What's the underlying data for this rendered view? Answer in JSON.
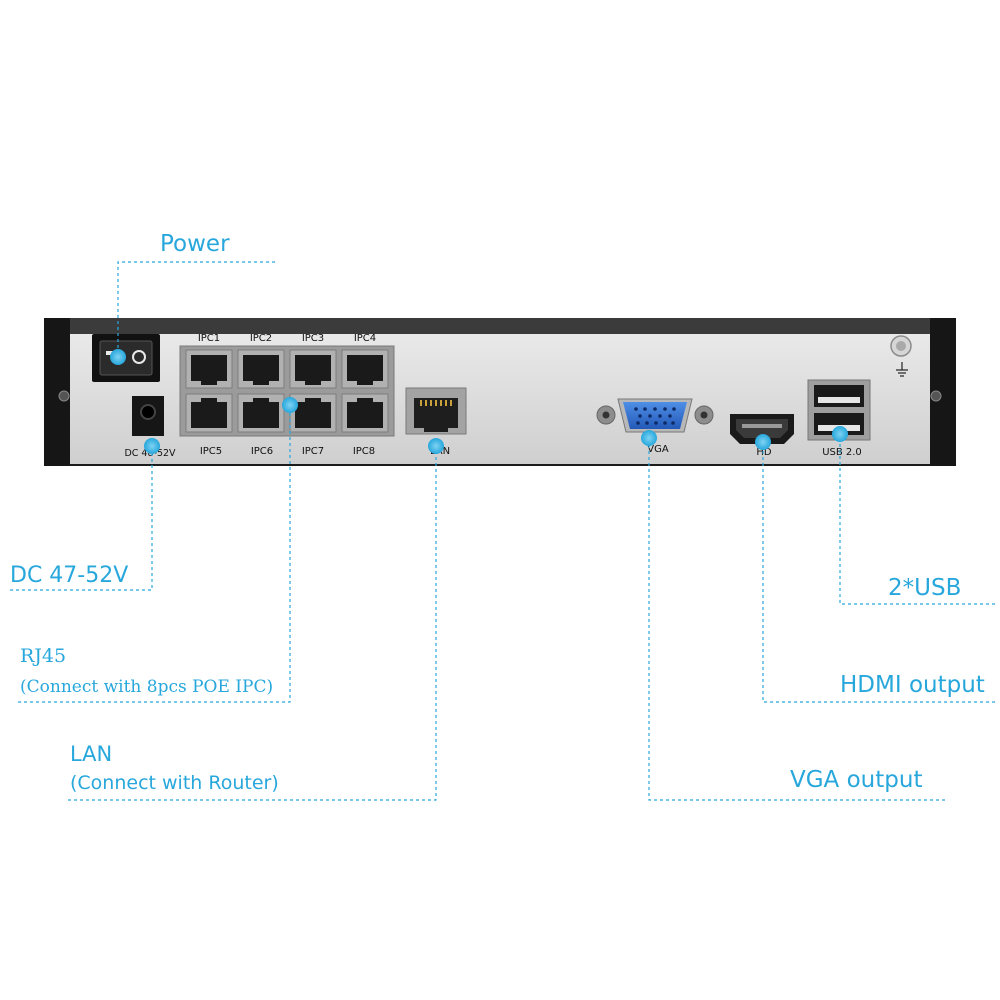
{
  "accent_color": "#27a7dc",
  "device": {
    "port_labels": {
      "ipc1": "IPC1",
      "ipc2": "IPC2",
      "ipc3": "IPC3",
      "ipc4": "IPC4",
      "ipc5": "IPC5",
      "ipc6": "IPC6",
      "ipc7": "IPC7",
      "ipc8": "IPC8",
      "dc": "DC 48-52V",
      "lan": "LAN",
      "vga": "VGA",
      "hd": "HD",
      "usb": "USB 2.0"
    },
    "icons": [
      "power-switch-icon",
      "ground-symbol-icon",
      "ground-screw-icon"
    ]
  },
  "callouts": {
    "power": "Power",
    "dc": "DC 47-52V",
    "rj45_title": "RJ45",
    "rj45_sub": "(Connect with 8pcs POE IPC)",
    "lan_title": "LAN",
    "lan_sub": "(Connect with Router)",
    "usb": "2*USB",
    "hdmi": "HDMI output",
    "vga": "VGA output"
  }
}
